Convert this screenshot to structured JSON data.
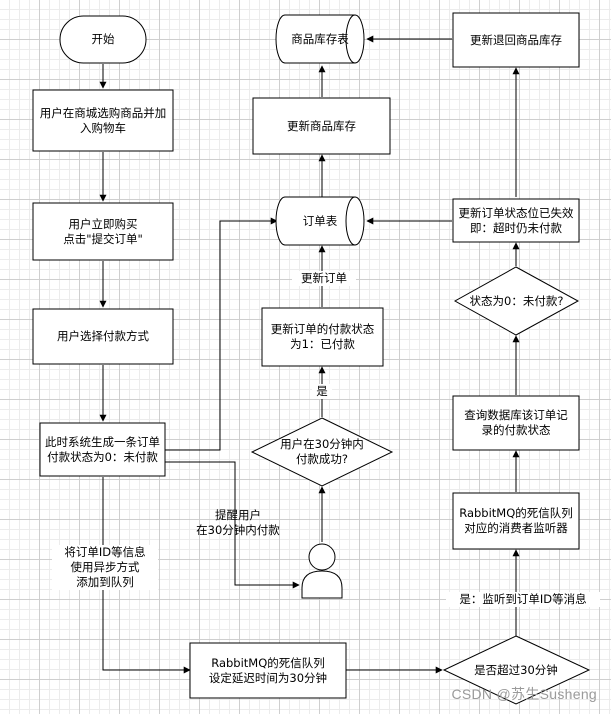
{
  "nodes": {
    "start": "开始",
    "add_to_cart": "用户在商城选购商品并加\n入购物车",
    "submit_order": "用户立即购买\n点击\"提交订单\"",
    "choose_payment": "用户选择付款方式",
    "generate_order": "此时系统生成一条订单\n付款状态为0：未付款",
    "dead_letter_queue": "RabbitMQ的死信队列\n设定延迟时间为30分钟",
    "over_30_min": "是否超过30分钟",
    "dlq_consumer": "RabbitMQ的死信队列\n对应的消费者监听器",
    "query_status": "查询数据库该订单记\n录的付款状态",
    "status_unpaid": "状态为0：未付款?",
    "update_expired": "更新订单状态位已失效\n即：超时仍未付款",
    "update_return_stock": "更新退回商品库存",
    "stock_table": "商品库存表",
    "update_stock": "更新商品库存",
    "order_table": "订单表",
    "update_paid": "更新订单的付款状态\n为1：已付款",
    "paid_in_30": "用户在30分钟内\n付款成功?"
  },
  "edge_labels": {
    "enqueue": "将订单ID等信息\n使用异步方式\n添加到队列",
    "remind": "提醒用户\n在30分钟内付款",
    "yes": "是",
    "update_order": "更新订单",
    "listened": "是：监听到订单ID等消息"
  },
  "watermark": "CSDN @苏生Susheng"
}
